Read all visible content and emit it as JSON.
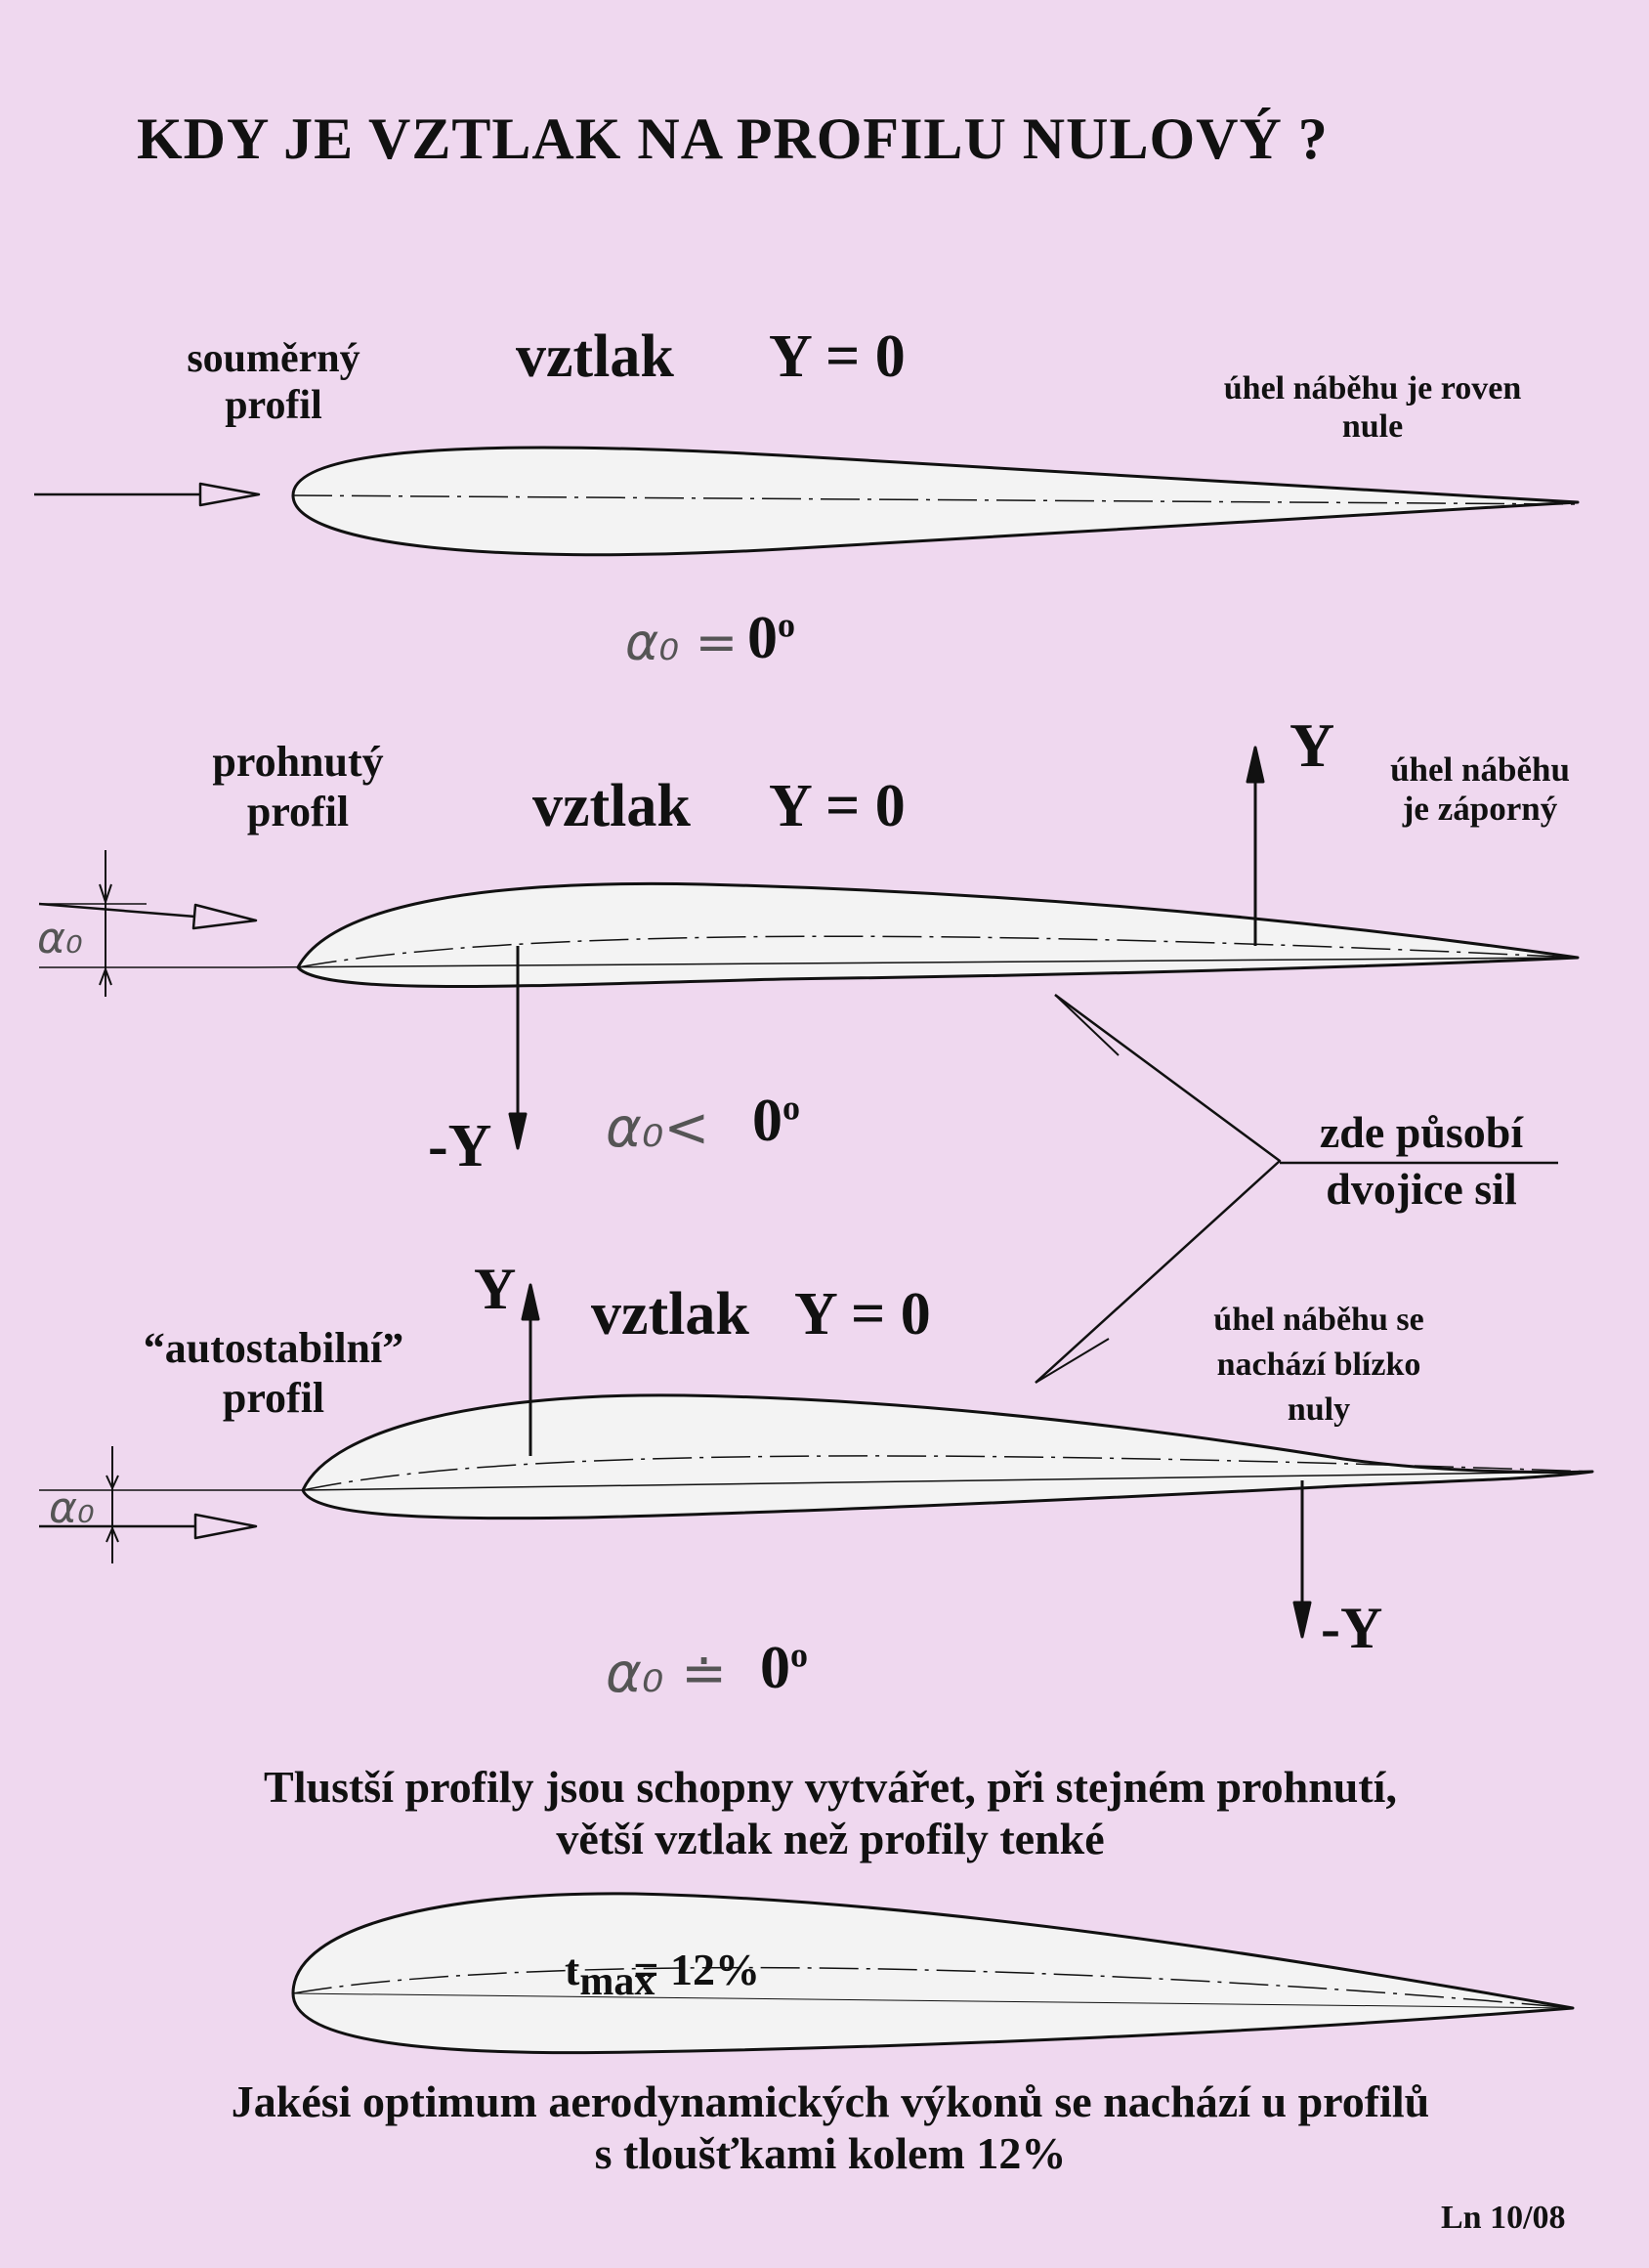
{
  "title": "KDY JE VZTLAK NA PROFILU NULOVÝ ?",
  "section1": {
    "profile_label": [
      "souměrný",
      "profil"
    ],
    "lift_word": "vztlak",
    "lift_eq": "Y = 0",
    "note": [
      "úhel náběhu je roven",
      "nule"
    ],
    "alpha_symbol": "α₀ =",
    "alpha_value": "0",
    "alpha_unit": "o"
  },
  "section2": {
    "profile_label": [
      "prohnutý",
      "profil"
    ],
    "lift_word": "vztlak",
    "lift_eq": "Y = 0",
    "note": [
      "úhel náběhu",
      "je záporný"
    ],
    "y_up": "Y",
    "y_down": "-Y",
    "alpha_mark": "α₀",
    "alpha_symbol": "α₀<",
    "alpha_value": "0",
    "alpha_unit": "o"
  },
  "couple_note": [
    "zde působí",
    "dvojice sil"
  ],
  "section3": {
    "profile_label": [
      "“autostabilní”",
      "profil"
    ],
    "lift_word": "vztlak",
    "lift_eq": "Y = 0",
    "note": [
      "úhel náběhu se",
      "nachází blízko",
      "nuly"
    ],
    "y_up": "Y",
    "y_down": "-Y",
    "alpha_mark": "α₀",
    "alpha_symbol": "α₀ ≐",
    "alpha_value": "0",
    "alpha_unit": "o"
  },
  "thickness_text": [
    "Tlustší profily jsou schopny vytvářet, při stejném prohnutí,",
    "větší vztlak než profily tenké"
  ],
  "thickness_label": {
    "t": "t",
    "sub": "max",
    "rest": "= 12%"
  },
  "optimum_text": [
    "Jakési optimum aerodynamických výkonů se nachází u profilů",
    "s tloušťkami kolem 12%"
  ],
  "footer": "Ln 10/08",
  "colors": {
    "background": "#efd8ef",
    "profile_fill": "#f3f3f3",
    "ink": "#111111"
  }
}
